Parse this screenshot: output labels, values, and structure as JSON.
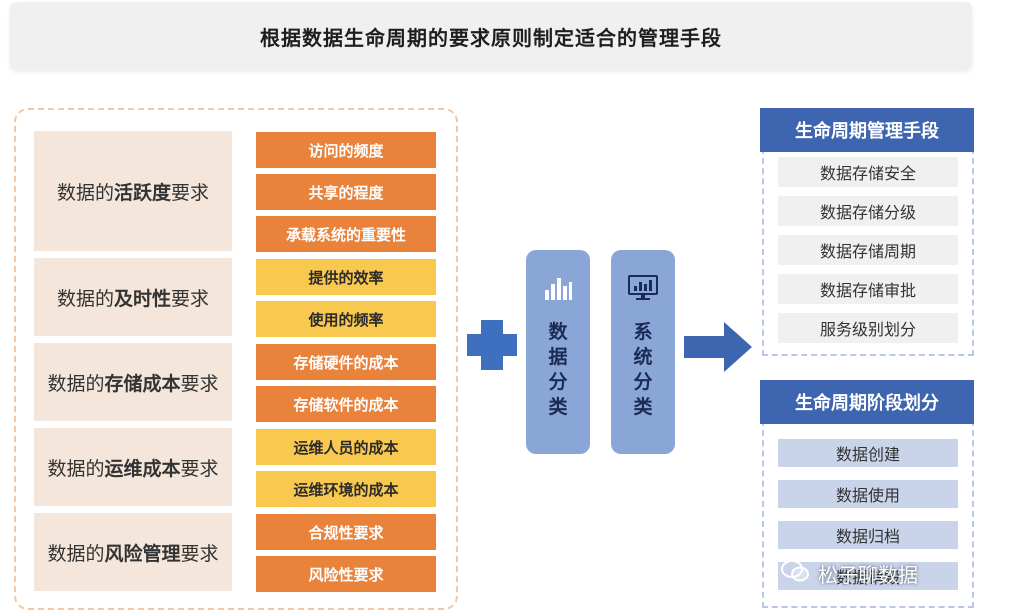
{
  "title": "根据数据生命周期的要求原则制定适合的管理手段",
  "requirements": [
    {
      "prefix": "数据的",
      "emphasis": "活跃度",
      "suffix": "要求"
    },
    {
      "prefix": "数据的",
      "emphasis": "及时性",
      "suffix": "要求"
    },
    {
      "prefix": "数据的",
      "emphasis": "存储成本",
      "suffix": "要求"
    },
    {
      "prefix": "数据的",
      "emphasis": "运维成本",
      "suffix": "要求"
    },
    {
      "prefix": "数据的",
      "emphasis": "风险管理",
      "suffix": "要求"
    }
  ],
  "factors": [
    {
      "label": "访问的频度",
      "color": "#e9823a"
    },
    {
      "label": "共享的程度",
      "color": "#e9823a"
    },
    {
      "label": "承载系统的重要性",
      "color": "#e9823a"
    },
    {
      "label": "提供的效率",
      "color": "#f9c84e"
    },
    {
      "label": "使用的频率",
      "color": "#f9c84e"
    },
    {
      "label": "存储硬件的成本",
      "color": "#e9823a"
    },
    {
      "label": "存储软件的成本",
      "color": "#e9823a"
    },
    {
      "label": "运维人员的成本",
      "color": "#f9c84e"
    },
    {
      "label": "运维环境的成本",
      "color": "#f9c84e"
    },
    {
      "label": "合规性要求",
      "color": "#e9823a"
    },
    {
      "label": "风险性要求",
      "color": "#e9823a"
    }
  ],
  "classification": {
    "data": {
      "label": "数据分类",
      "icon": "bar-chart-icon"
    },
    "system": {
      "label": "系统分类",
      "icon": "monitor-chart-icon"
    }
  },
  "management": {
    "header": "生命周期管理手段",
    "items": [
      "数据存储安全",
      "数据存储分级",
      "数据存储周期",
      "数据存储审批",
      "服务级别划分"
    ]
  },
  "stages": {
    "header": "生命周期阶段划分",
    "items": [
      "数据创建",
      "数据使用",
      "数据归档",
      "数据销毁"
    ]
  },
  "watermark": "松子聊数据",
  "colors": {
    "accent_blue": "#3e65b0",
    "orange": "#e9823a",
    "yellow": "#f9c84e",
    "class_blue": "#8aa6d6"
  }
}
